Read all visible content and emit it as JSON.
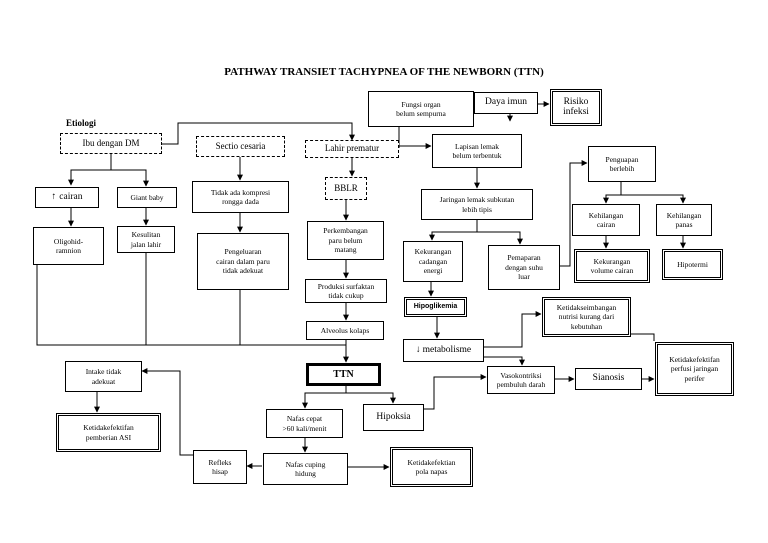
{
  "title": "PATHWAY TRANSIET TACHYPNEA OF THE NEWBORN (TTN)",
  "etiologi_label": "Etiologi",
  "nodes": {
    "ibu_dm": "Ibu dengan DM",
    "sectio": "Sectio cesaria",
    "lahir_prematur": "Lahir prematur",
    "fungsi_organ": "Fungsi organ\nbelum sempurna",
    "daya_imun": "Daya imun",
    "risiko_infeksi": "Risiko\ninfeksi",
    "cairan": "cairan",
    "giant_baby": "Giant baby",
    "oligohidramnion": "Oligohid-\nramnion",
    "kesulitan": "Kesulitan\njalan lahir",
    "tidak_ada_kompresi": "Tidak ada kompresi\nrongga dada",
    "pengeluaran": "Pengeluaran\ncairan dalam paru\ntidak adekuat",
    "bblr": "BBLR",
    "perkembangan": "Perkembangan\nparu belum\nmatang",
    "produksi": "Produksi surfaktan\ntidak cukup",
    "alveolus": "Alveolus kolaps",
    "ttn": "TTN",
    "lapisan_lemak": "Lapisan lemak\nbelum terbentuk",
    "jaringan_lemak": "Jaringan lemak subkutan\nlebih tipis",
    "kekurangan_cadangan": "Kekurangan\ncadangan\nenergi",
    "pemaparan": "Pemaparan\ndengan suhu\nluar",
    "penguapan": "Penguapan\nberlebih",
    "kehilangan_cairan": "Kehilangan\ncairan",
    "kehilangan_panas": "Kehilangan\npanas",
    "kekurangan_volume": "Kekurangan\nvolume cairan",
    "hipotermi": "Hipotermi",
    "hipoglikemia": "Hipoglikemia",
    "metabolisme": "metabolisme",
    "ketidakseimbangan": "Ketidakseimbangan\nnutrisi kurang dari\nkebutuhan",
    "vasokontriksi": "Vasokontriksi\npembuluh darah",
    "sianosis": "Sianosis",
    "perfusi": "Ketidakefektifan\nperfusi jaringan\nperifer",
    "intake": "Intake tidak\nadekuat",
    "pemberian_asi": "Ketidakefektifan\npemberian ASI",
    "nafas_cepat": "Nafas cepat\n>60 kali/menit",
    "hipoksia": "Hipoksia",
    "refleks": "Refleks\nhisap",
    "nafas_cuping": "Nafas cuping\nhidung",
    "pola_napas": "Ketidakefektian\npola napas"
  },
  "arrow_symbols": {
    "up": "↑",
    "down": "↓"
  }
}
